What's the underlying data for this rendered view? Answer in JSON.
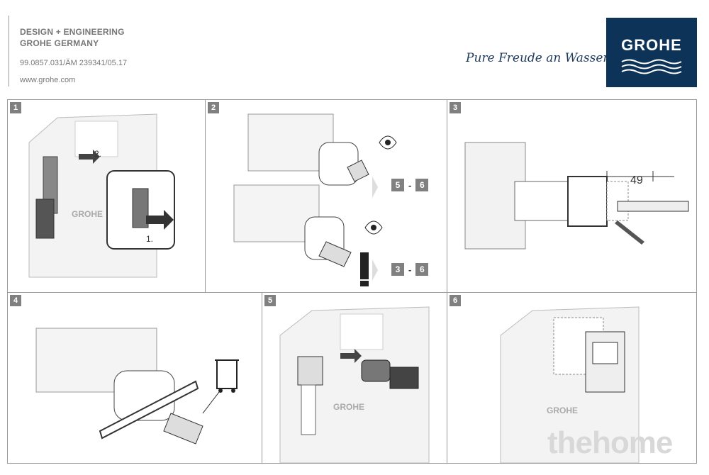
{
  "header": {
    "line1": "DESIGN + ENGINEERING",
    "line2": "GROHE GERMANY",
    "code": "99.0857.031/ÄM 239341/05.17",
    "website": "www.grohe.com",
    "tagline": "Pure Freude an Wasser",
    "logo": "GROHE"
  },
  "steps": [
    {
      "number": "1",
      "labels": [
        "2.",
        "1."
      ],
      "cistern_brand": "GROHE"
    },
    {
      "number": "2",
      "refs": [
        {
          "from": "5",
          "sep": "-",
          "to": "6"
        },
        {
          "from": "3",
          "sep": "-",
          "to": "6"
        }
      ],
      "warning": "!"
    },
    {
      "number": "3",
      "measure": "49"
    },
    {
      "number": "4"
    },
    {
      "number": "5",
      "cistern_brand": "GROHE"
    },
    {
      "number": "6",
      "cistern_brand": "GROHE"
    }
  ],
  "watermark": "thehome",
  "icons": [
    "eye-icon",
    "warning-icon",
    "trash-bin-icon",
    "pencil-icon",
    "ruler-icon",
    "arrow-icon"
  ]
}
